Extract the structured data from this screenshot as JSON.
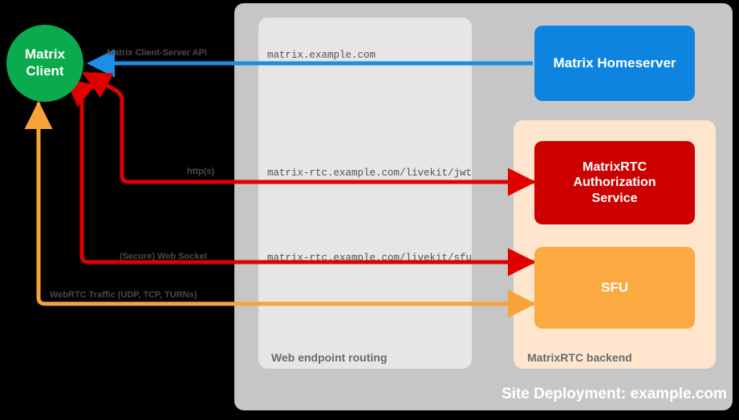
{
  "diagram": {
    "title": "Site Deployment: example.com",
    "colors": {
      "background": "#000000",
      "site_container": "#c6c6c6",
      "web_endpoint_container": "#e6e6e6",
      "matrixrtc_container": "#fde6cd",
      "client_green": "#0aab4d",
      "homeserver_blue": "#0d85e0",
      "auth_red": "#cc0000",
      "sfu_orange": "#fbaa42",
      "arrow_blue": "#1a8fe3",
      "arrow_red": "#e00000",
      "arrow_orange": "#f7a23b"
    }
  },
  "containers": {
    "site_deployment": {
      "label": "Site Deployment: example.com"
    },
    "web_endpoint_routing": {
      "label": "Web endpoint routing"
    },
    "matrixrtc_backend": {
      "label": "MatrixRTC backend"
    }
  },
  "nodes": {
    "matrix_client": {
      "line1": "Matrix",
      "line2": "Client"
    },
    "matrix_homeserver": {
      "label": "Matrix Homeserver"
    },
    "matrixrtc_auth": {
      "line1": "MatrixRTC",
      "line2": "Authorization",
      "line3": "Service"
    },
    "sfu": {
      "label": "SFU"
    }
  },
  "edges": [
    {
      "id": "client-server-api",
      "protocol_label": "Matrix Client-Server API",
      "endpoint_label": "matrix.example.com",
      "color": "#1a8fe3",
      "from": "matrix_homeserver",
      "to": "matrix_client",
      "direction": "to-client"
    },
    {
      "id": "jwt-auth",
      "protocol_label": "http(s)",
      "endpoint_label": "matrix-rtc.example.com/livekit/jwt",
      "color": "#e00000",
      "from": "matrix_client",
      "to": "matrixrtc_auth",
      "direction": "bidirectional"
    },
    {
      "id": "sfu-websocket",
      "protocol_label": "(Secure) Web Socket",
      "endpoint_label": "matrix-rtc.example.com/livekit/sfu",
      "color": "#e00000",
      "from": "matrix_client",
      "to": "sfu",
      "direction": "bidirectional"
    },
    {
      "id": "webrtc-media",
      "protocol_label": "WebRTC Traffic (UDP, TCP, TURNs)",
      "endpoint_label": "",
      "color": "#f7a23b",
      "from": "matrix_client",
      "to": "sfu",
      "direction": "bidirectional"
    }
  ]
}
